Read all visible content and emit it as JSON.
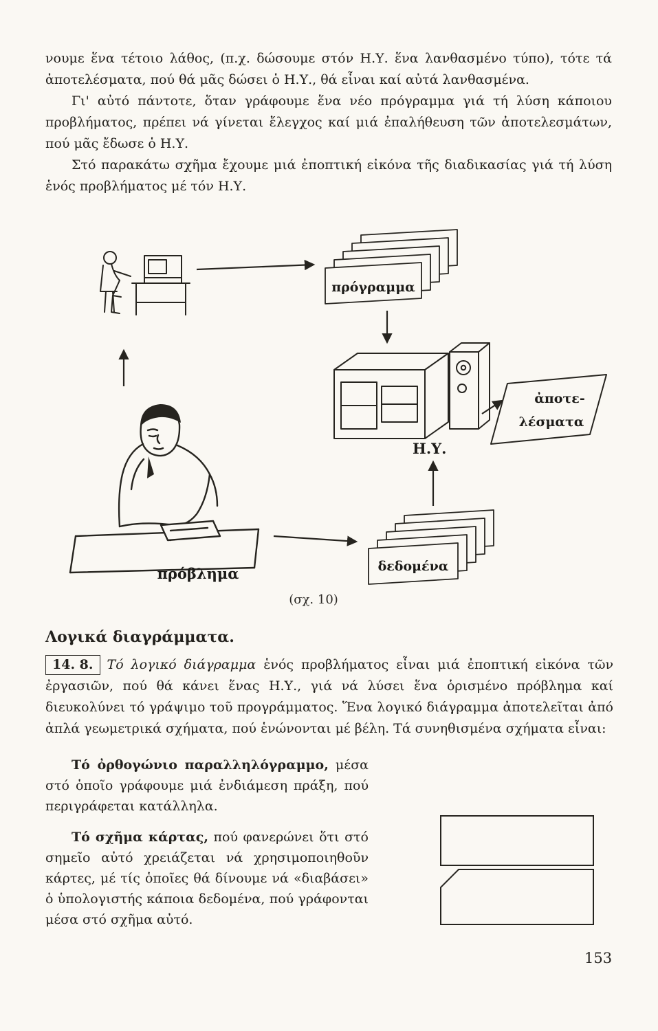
{
  "page": {
    "number": "153",
    "paper_color": "#faf8f3",
    "ink_color": "#26241f"
  },
  "intro": {
    "p1": "νουμε ἕνα τέτοιο λάθος, (π.χ. δώσουμε στόν Η.Υ. ἕνα λανθασμένο τύπο), τότε τά ἀποτελέσματα, πού θά μᾶς δώσει ὁ Η.Υ., θά εἶναι καί αὐτά λανθασμένα.",
    "p2": "Γι' αὐτό πάντοτε, ὅταν γράφουμε ἕνα νέο πρόγραμμα γιά τή λύση κάποιου προβλήματος, πρέπει νά γίνεται ἔλεγχος καί μιά ἐπαλήθευση τῶν ἀποτελεσμάτων, πού μᾶς ἔδωσε ὁ Η.Υ.",
    "p3": "Στό παρακάτω σχῆμα ἔχουμε μιά ἐποπτική εἰκόνα τῆς διαδικασίας γιά τή λύση ἑνός προβλήματος μέ τόν Η.Υ."
  },
  "diagram": {
    "program_label": "πρόγραμμα",
    "computer_label": "Η.Υ.",
    "results_line1": "ἀποτε-",
    "results_line2": "λέσματα",
    "problem_label": "πρόβλημα",
    "data_label": "δεδομένα",
    "caption": "(σχ. 10)"
  },
  "logic_section": {
    "heading": "Λογικά διαγράμματα.",
    "para_number": "14. 8.",
    "para_lead_italic": "Τό λογικό διάγραμμα",
    "para_body": " ἑνός προβλήματος εἶναι μιά ἐποπτική εἰκόνα τῶν ἐργασιῶν, πού θά κάνει ἕνας Η.Υ., γιά νά λύσει ἕνα ὁρισμένο πρόβλημα καί διευκολύνει τό γράψιμο τοῦ προγράμματος. Ἕνα λογικό διάγραμμα ἀποτελεῖται ἀπό ἁπλά γεωμετρικά σχήματα, πού ἑνώνονται μέ βέλη. Τά συνηθισμένα σχήματα εἶναι:",
    "rect_term": "Τό ὀρθογώνιο παραλληλόγραμμο,",
    "rect_body": " μέσα στό ὁποῖο γράφουμε μιά ἐνδιάμεση πράξη, πού περιγράφεται κατάλληλα.",
    "card_term": "Τό σχῆμα κάρτας,",
    "card_body": " πού φανερώνει ὅτι στό σημεῖο αὐτό χρειάζεται νά χρησιμοποιηθοῦν κάρτες, μέ τίς ὁποῖες θά δίνουμε νά «διαβάσει» ὁ ὑπολογιστής κάποια δεδομένα, πού γράφονται μέσα στό σχῆμα αὐτό."
  }
}
